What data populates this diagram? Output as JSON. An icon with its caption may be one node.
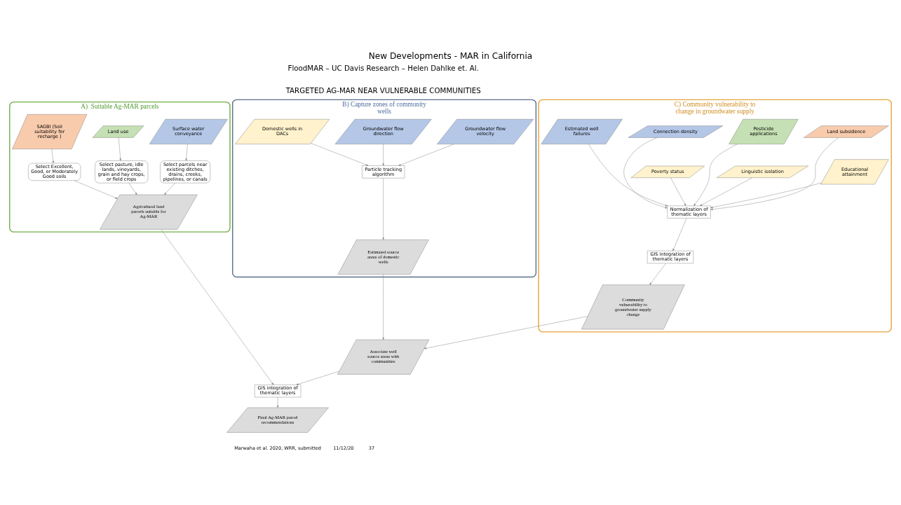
{
  "diagram": {
    "title": "New Developments - MAR in California",
    "nodes": [
      {
        "text": [
          "A)  Suitable Ag-MAR parcels"
        ]
      },
      {
        "text": [
          "SAGBI (Soil suitability for recharge )"
        ],
        "in": 0
      },
      {
        "text": [
          "Land use"
        ],
        "in": 0
      },
      {
        "text": [
          "Surface water conveyance"
        ],
        "in": 0
      },
      {
        "text": [
          "Select Excellent, Good, or Moderately Good soils"
        ],
        "in": 0
      },
      {
        "text": [
          "Select pasture, idle lands, vineyards, grain and hay crops, or field crops"
        ],
        "in": 0
      },
      {
        "text": [
          "Select parcels near existing ditches, drains, creeks, pipelines, or canals"
        ],
        "in": 0
      },
      {
        "text": [
          "Agricultural land parcels suitable for Ag-MAR"
        ],
        "in": 0
      },
      {
        "text": [
          "B) Capture zones of community wells"
        ]
      },
      {
        "text": [
          "Domestic wells in DACs"
        ],
        "in": 8
      },
      {
        "text": [
          "Groundwater flow direction"
        ],
        "in": 8
      },
      {
        "text": [
          "Groundwater flow velocity"
        ],
        "in": 8
      },
      {
        "text": [
          "Particle tracking algorithm"
        ],
        "in": 8
      },
      {
        "text": [
          "Estimated source areas of domestic wells"
        ],
        "in": 8
      },
      {
        "text": [
          "C) Community vulnerability to change in groundwater supply"
        ]
      },
      {
        "text": [
          "Estimated well failures"
        ],
        "in": 14
      },
      {
        "text": [
          "Connection density"
        ],
        "in": 14
      },
      {
        "text": [
          "Pesticide applications"
        ],
        "in": 14
      },
      {
        "text": [
          "Land subsidence"
        ],
        "in": 14
      },
      {
        "text": [
          "Poverty status"
        ],
        "in": 14
      },
      {
        "text": [
          "Linguistic isolation"
        ],
        "in": 14
      },
      {
        "text": [
          "Educational attainment"
        ],
        "in": 14
      },
      {
        "text": [
          "Normalization of thematic layers"
        ],
        "in": 14
      },
      {
        "text": [
          "GIS integration of thematic layers"
        ],
        "in": 14
      },
      {
        "text": [
          "Community vulnerability to groundwater supply change"
        ],
        "in": 14
      },
      {
        "text": [
          "Associate well source areas with communities"
        ]
      },
      {
        "text": [
          "GIS integration of thematic layers"
        ]
      },
      {
        "text": [
          "Final Ag-MAR parcel recommendations"
        ]
      }
    ],
    "edges": [
      {
        "from": 1,
        "to": 4,
        "arrow": "to"
      },
      {
        "from": 2,
        "to": 5,
        "arrow": "to"
      },
      {
        "from": 3,
        "to": 6,
        "arrow": "to"
      },
      {
        "from": 4,
        "to": 7,
        "arrow": "to"
      },
      {
        "from": 5,
        "to": 7,
        "arrow": "to"
      },
      {
        "from": 6,
        "to": 7,
        "arrow": "to"
      },
      {
        "from": 9,
        "to": 12,
        "arrow": "to"
      },
      {
        "from": 10,
        "to": 12,
        "arrow": "to"
      },
      {
        "from": 11,
        "to": 12,
        "arrow": "to"
      },
      {
        "from": 12,
        "to": 13,
        "arrow": "to"
      },
      {
        "from": 15,
        "to": 22,
        "arrow": "to"
      },
      {
        "from": 16,
        "to": 22,
        "arrow": "to"
      },
      {
        "from": 17,
        "to": 22,
        "arrow": "to"
      },
      {
        "from": 18,
        "to": 22,
        "arrow": "to"
      },
      {
        "from": 19,
        "to": 22,
        "arrow": "to"
      },
      {
        "from": 20,
        "to": 22,
        "arrow": "to"
      },
      {
        "from": 21,
        "to": 22,
        "arrow": "to"
      },
      {
        "from": 22,
        "to": 23,
        "arrow": "to"
      },
      {
        "from": 23,
        "to": 24,
        "arrow": "to"
      },
      {
        "from": 13,
        "to": 25,
        "arrow": "to"
      },
      {
        "from": 24,
        "to": 25,
        "arrow": "to"
      },
      {
        "from": 7,
        "to": 26,
        "arrow": "to"
      },
      {
        "from": 25,
        "to": 26,
        "arrow": "to"
      },
      {
        "from": 26,
        "to": 27,
        "arrow": "to"
      }
    ],
    "labels": [
      "FloodMAR – UC Davis Research – Helen Dahlke et. Al.",
      "TARGETED AG-MAR NEAR VULNERABLE COMMUNITIES",
      "Marwaha et al. 2020, WRR, submitted",
      "11/12/20",
      "37"
    ]
  }
}
